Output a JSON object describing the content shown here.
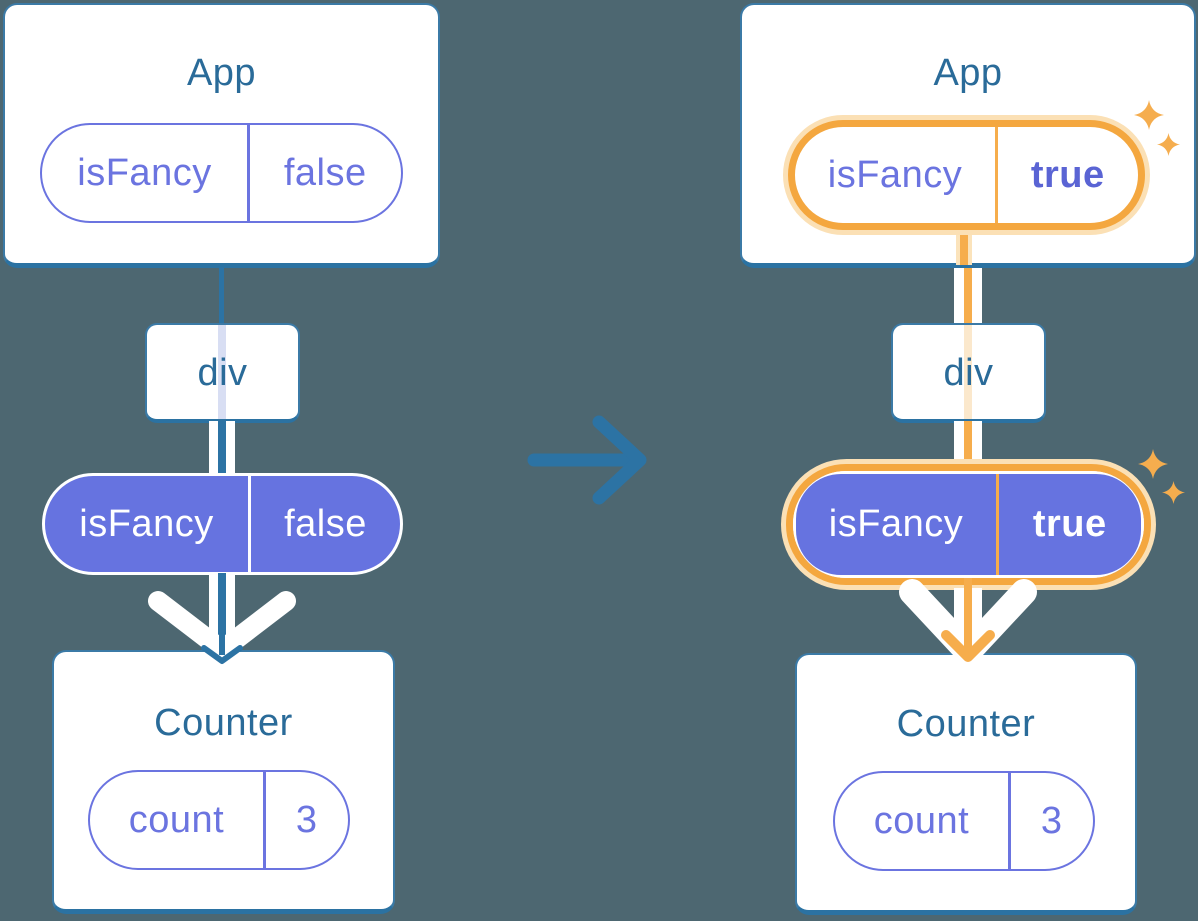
{
  "diagram_title": "React component tree prop flow: isFancy false vs true",
  "colors": {
    "background": "#4d6771",
    "card_background": "#ffffff",
    "card_border": "#3b7aa6",
    "card_border_bottom": "#2b72a2",
    "component_title": "#2a6b99",
    "purple_text": "#6b74e0",
    "purple_fill": "#6673e0",
    "purple_bold_value": "#5a64d4",
    "blue_flow_line": "#2c73a4",
    "lavender_stripe": "#d8def3",
    "orange_highlight": "#f4a73f",
    "orange_flow_line": "#f6ad4c",
    "orange_halo": "#fbe0b5",
    "orange_stripe": "#fbe8cc",
    "white_flow_line": "#ffffff",
    "sparkle": "#f5ad4e"
  },
  "icons": {
    "sparkle": "sparkle-icon",
    "transition_arrow": "right-arrow-icon"
  },
  "left": {
    "app": {
      "title": "App",
      "prop": {
        "name": "isFancy",
        "value": "false"
      }
    },
    "div": {
      "title": "div"
    },
    "passed_prop": {
      "name": "isFancy",
      "value": "false"
    },
    "counter": {
      "title": "Counter",
      "state": {
        "name": "count",
        "value": "3"
      }
    }
  },
  "right": {
    "app": {
      "title": "App",
      "prop": {
        "name": "isFancy",
        "value": "true"
      }
    },
    "div": {
      "title": "div"
    },
    "passed_prop": {
      "name": "isFancy",
      "value": "true"
    },
    "counter": {
      "title": "Counter",
      "state": {
        "name": "count",
        "value": "3"
      }
    }
  }
}
